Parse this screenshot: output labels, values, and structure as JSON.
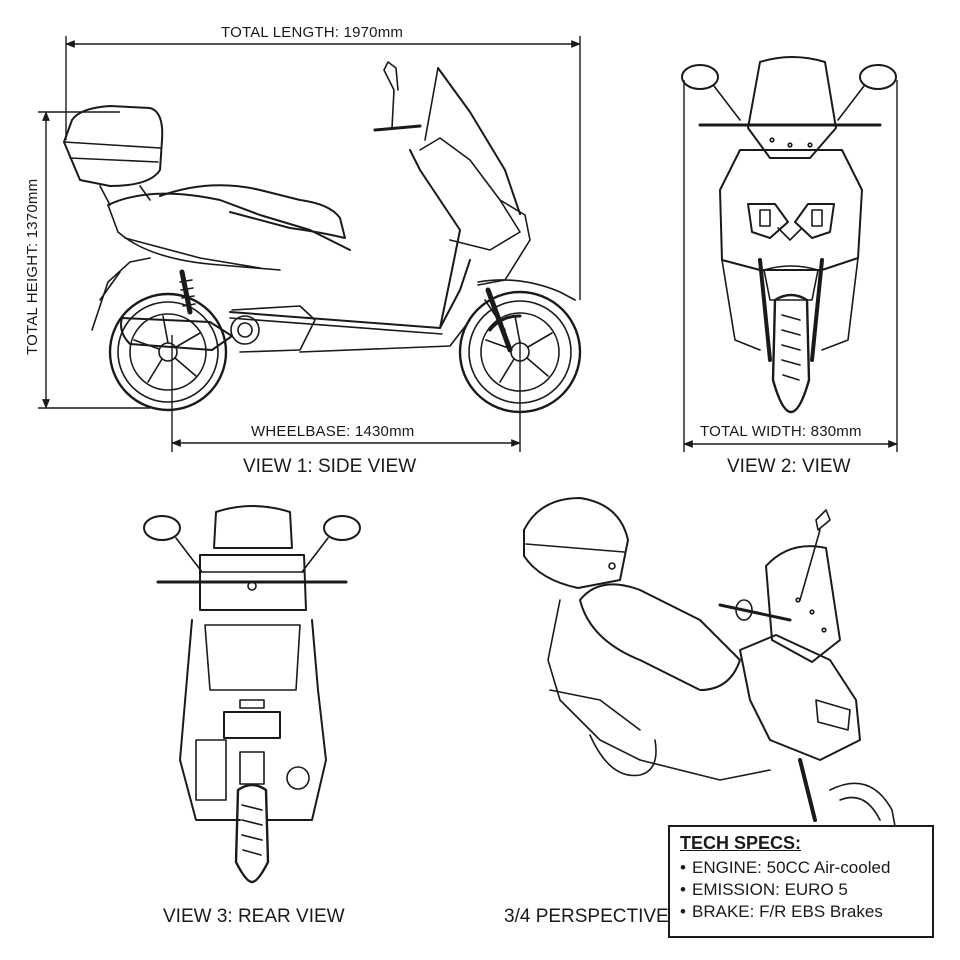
{
  "dimensions": {
    "total_length": "TOTAL LENGTH: 1970mm",
    "total_height": "TOTAL HEIGHT: 1370mm",
    "wheelbase": "WHEELBASE: 1430mm",
    "total_width": "TOTAL WIDTH: 830mm"
  },
  "views": {
    "side": "VIEW 1: SIDE VIEW",
    "front": "VIEW 2: VIEW",
    "rear": "VIEW 3: REAR VIEW",
    "perspective": "3/4 PERSPECTIVE"
  },
  "tech_specs": {
    "title": "TECH SPECS:",
    "items": [
      "ENGINE: 50CC Air-cooled",
      "EMISSION: EURO 5",
      "BRAKE: F/R EBS Brakes"
    ]
  }
}
